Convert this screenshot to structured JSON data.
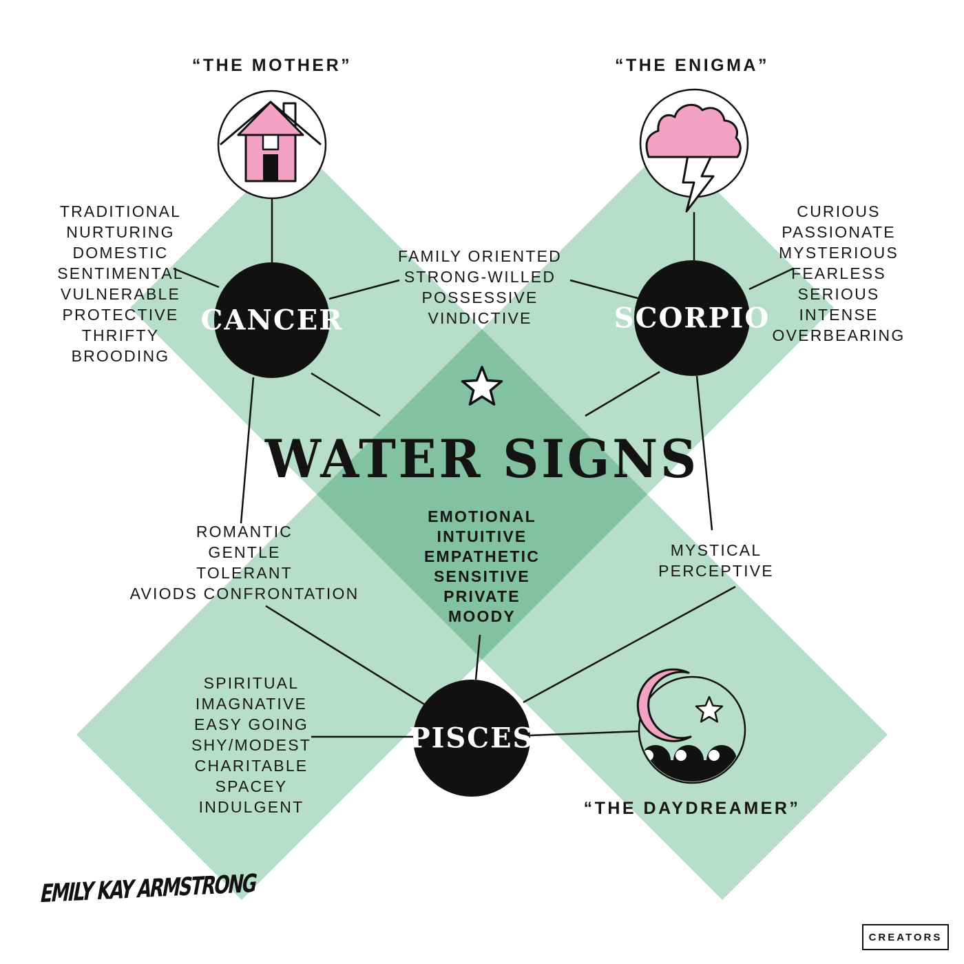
{
  "title": "WATER SIGNS",
  "colors": {
    "band_green": "#b6decb",
    "overlap_green": "#7ecba9",
    "pink": "#f4a2c3",
    "ink": "#111111"
  },
  "center": {
    "title": "WATER SIGNS",
    "traits": [
      "EMOTIONAL",
      "INTUITIVE",
      "EMPATHETIC",
      "SENSITIVE",
      "PRIVATE",
      "MOODY"
    ]
  },
  "signs": [
    {
      "name": "CANCER",
      "epithet": "“THE MOTHER”",
      "icon": "house-icon",
      "traits": [
        "TRADITIONAL",
        "NURTURING",
        "DOMESTIC",
        "SENTIMENTAL",
        "VULNERABLE",
        "PROTECTIVE",
        "THRIFTY",
        "BROODING"
      ]
    },
    {
      "name": "SCORPIO",
      "epithet": "“THE ENIGMA”",
      "icon": "storm-cloud-lightning-icon",
      "traits": [
        "CURIOUS",
        "PASSIONATE",
        "MYSTERIOUS",
        "FEARLESS",
        "SERIOUS",
        "INTENSE",
        "OVERBEARING"
      ]
    },
    {
      "name": "PISCES",
      "epithet": "“THE DAYDREAMER”",
      "icon": "moon-star-waves-icon",
      "traits": [
        "SPIRITUAL",
        "IMAGNATIVE",
        "EASY GOING",
        "SHY/MODEST",
        "CHARITABLE",
        "SPACEY",
        "INDULGENT"
      ]
    }
  ],
  "shared_traits": {
    "cancer_scorpio": [
      "FAMILY ORIENTED",
      "STRONG-WILLED",
      "POSSESSIVE",
      "VINDICTIVE"
    ],
    "cancer_pisces": [
      "ROMANTIC",
      "GENTLE",
      "TOLERANT",
      "AVIODS CONFRONTATION"
    ],
    "scorpio_pisces": [
      "MYSTICAL",
      "PERCEPTIVE"
    ]
  },
  "footer": {
    "signature": "EMILY KAY ARMSTRONG",
    "badge": "CREATORS"
  }
}
